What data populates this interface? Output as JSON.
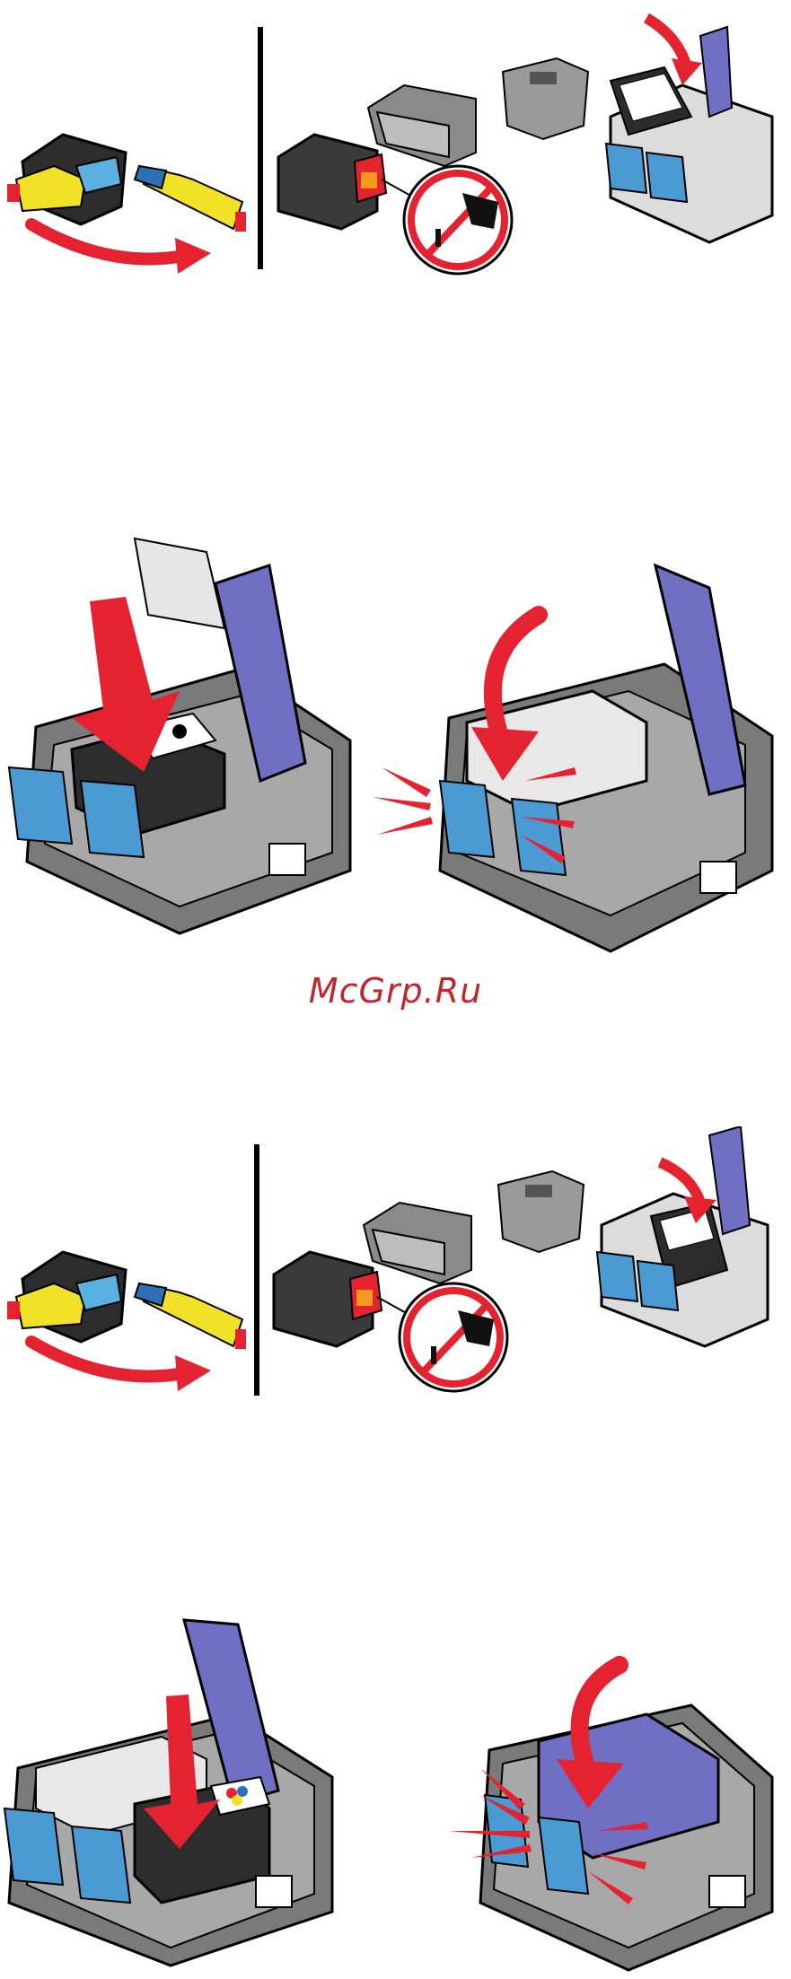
{
  "watermark": {
    "text": "McGrp.Ru"
  },
  "colors": {
    "arrow_red": "#e5222f",
    "tape_yellow": "#f2e227",
    "carrier_blue": "#6f6fc4",
    "latch_teal": "#4a9bd3",
    "cartridge_black": "#3a3a3a",
    "nozzle_orange": "#f39a1e"
  },
  "steps": [
    {
      "id": "step-1",
      "description_icon": "remove-tape-icon"
    },
    {
      "id": "step-2",
      "description_icon": "insert-black-cartridge-icon"
    },
    {
      "id": "step-3",
      "description_icon": "remove-tape-color-icon"
    },
    {
      "id": "step-4",
      "description_icon": "insert-color-cartridge-icon"
    }
  ]
}
